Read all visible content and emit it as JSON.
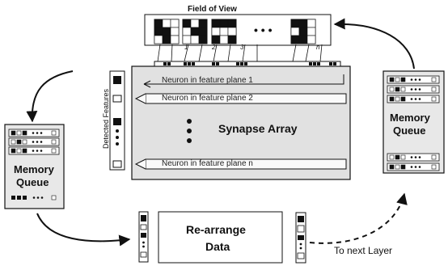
{
  "field_of_view": {
    "title": "Field of View",
    "ellipsis": "• • •",
    "index_labels": [
      "1",
      "2",
      "3",
      "n"
    ]
  },
  "synapse_array": {
    "title": "Synapse Array",
    "planes": [
      "Neuron in feature plane 1",
      "Neuron in feature plane 2",
      "Neuron in feature plane n"
    ]
  },
  "detected_features": {
    "label": "Detected Features"
  },
  "memory_queue_left": {
    "title_line1": "Memory",
    "title_line2": "Queue"
  },
  "memory_queue_right": {
    "title_line1": "Memory",
    "title_line2": "Queue"
  },
  "rearrange": {
    "title_line1": "Re-arrange",
    "title_line2": "Data"
  },
  "next_layer": {
    "label": "To next Layer"
  }
}
